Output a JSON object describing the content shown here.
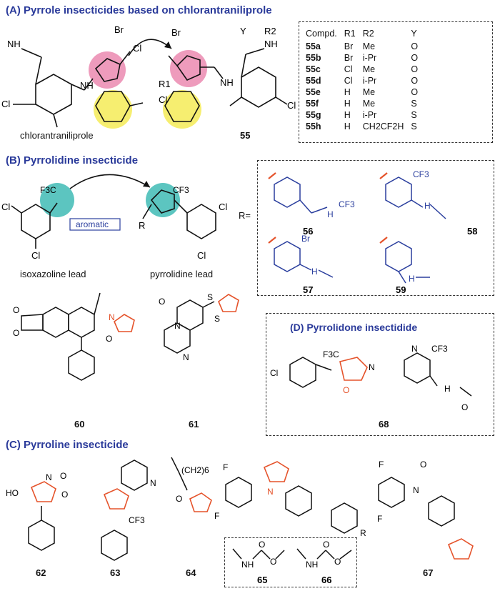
{
  "sections": {
    "a": "(A) Pyrrole insecticides based on chlorantraniliprole",
    "b": "(B) Pyrrolidine insecticide",
    "c": "(C) Pyrroline insecticide",
    "d": "(D) Pyrrolidone insectidide"
  },
  "captions": {
    "chlorantraniliprole": "chlorantraniliprole",
    "isoxazoline": "isoxazoline lead",
    "pyrrolidine": "pyrrolidine lead",
    "aromatic": "aromatic",
    "r_equals": "R="
  },
  "table": {
    "headers": [
      "Compd.",
      "R1",
      "R2",
      "Y"
    ],
    "rows": [
      [
        "55a",
        "Br",
        "Me",
        "O"
      ],
      [
        "55b",
        "Br",
        "i-Pr",
        "O"
      ],
      [
        "55c",
        "Cl",
        "Me",
        "O"
      ],
      [
        "55d",
        "Cl",
        "i-Pr",
        "O"
      ],
      [
        "55e",
        "H",
        "Me",
        "O"
      ],
      [
        "55f",
        "H",
        "Me",
        "S"
      ],
      [
        "55g",
        "H",
        "i-Pr",
        "S"
      ],
      [
        "55h",
        "H",
        "CH2CF2H",
        "S"
      ]
    ]
  },
  "compounds": {
    "c55": "55",
    "c56": "56",
    "c57": "57",
    "c58": "58",
    "c59": "59",
    "c60": "60",
    "c61": "61",
    "c62": "62",
    "c63": "63",
    "c64": "64",
    "c65": "65",
    "c66": "66",
    "c67": "67",
    "c68": "68"
  },
  "atoms": {
    "br": "Br",
    "cl": "Cl",
    "f": "F",
    "n": "N",
    "o": "O",
    "nh": "NH",
    "h": "H",
    "ho": "HO",
    "r": "R",
    "r1": "R1",
    "r2": "R2",
    "y": "Y",
    "s": "S",
    "cf3": "CF3",
    "f3c": "F3C",
    "ch2_6": "(CH2)6"
  },
  "colors": {
    "title_blue": "#2a3a9a",
    "highlight_pink": "#e87aa6",
    "highlight_yellow": "#f4ea4c",
    "highlight_teal": "#33b7b0",
    "substituent_blue": "#2b3f9e",
    "pyrroline_orange": "#e5532b"
  }
}
